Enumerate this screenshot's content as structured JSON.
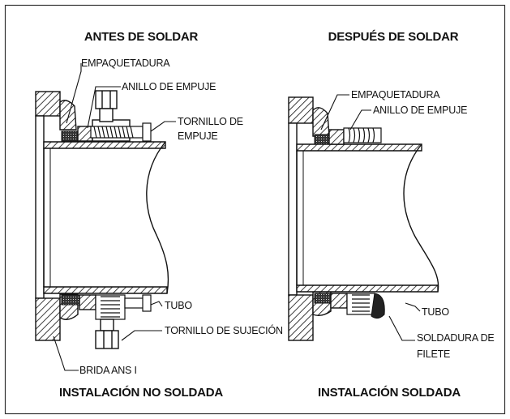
{
  "titles": {
    "before": "ANTES DE SOLDAR",
    "after": "DESPUÉS DE SOLDAR"
  },
  "captions": {
    "left": "INSTALACIÓN NO SOLDADA",
    "right": "INSTALACIÓN SOLDADA"
  },
  "left_labels": {
    "gasket": "EMPAQUETADURA",
    "push_ring": "ANILLO DE EMPUJE",
    "push_screw_1": "TORNILLO DE",
    "push_screw_2": "EMPUJE",
    "pipe": "TUBO",
    "clamp_screw": "TORNILLO DE SUJECIÓN",
    "flange": "BRIDA ANS I"
  },
  "right_labels": {
    "gasket": "EMPAQUETADURA",
    "push_ring": "ANILLO DE EMPUJE",
    "pipe": "TUBO",
    "weld_1": "SOLDADURA DE",
    "weld_2": "FILETE"
  }
}
